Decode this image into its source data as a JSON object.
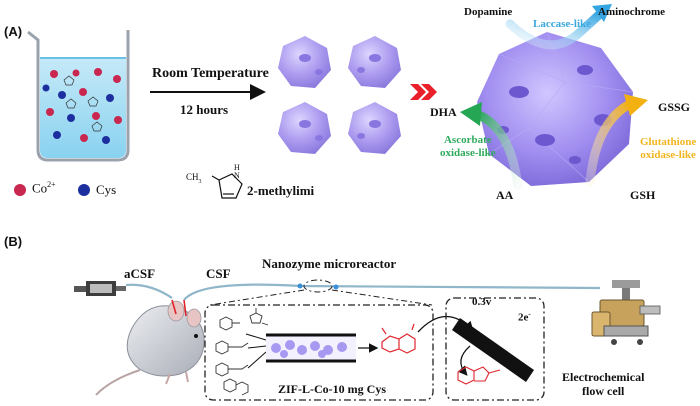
{
  "panel_a": {
    "label": "(A)",
    "step1": "Room Temperature",
    "step2": "12 hours",
    "legend": {
      "co_label": "Co",
      "co_charge": "2+",
      "cys_label": "Cys",
      "methyl_label": "CH",
      "methyl_sub": "3",
      "nh_label": "H",
      "nh_label2": "N",
      "mim_label": "2-methylimi",
      "co_color": "#c8284f",
      "cys_color": "#1d2f9e"
    },
    "reactions": {
      "dopamine": "Dopamine",
      "aminochrome": "Aminochrome",
      "laccase": "Laccase-like",
      "dha": "DHA",
      "aa": "AA",
      "ascorbate_line1": "Ascorbate",
      "ascorbate_line2": "oxidase-like",
      "gssg": "GSSG",
      "gsh": "GSH",
      "glutathione_line1": "Glutathione",
      "glutathione_line2": "oxidase-like"
    },
    "colors": {
      "laccase": "#3aa7e0",
      "ascorbate": "#2faa5c",
      "glutathione": "#f2b520",
      "crystal": "#9a86e8",
      "chevron": "#e8202a"
    }
  },
  "panel_b": {
    "label": "(B)",
    "acsf": "aCSF",
    "csf": "CSF",
    "microreactor": "Nanozyme microreactor",
    "column_label": "ZIF-L-Co-10 mg Cys",
    "voltage": "0.3v",
    "electrons": "2e",
    "electron_sup": "-",
    "cell_line1": "Electrochemical",
    "cell_line2": "flow cell"
  }
}
